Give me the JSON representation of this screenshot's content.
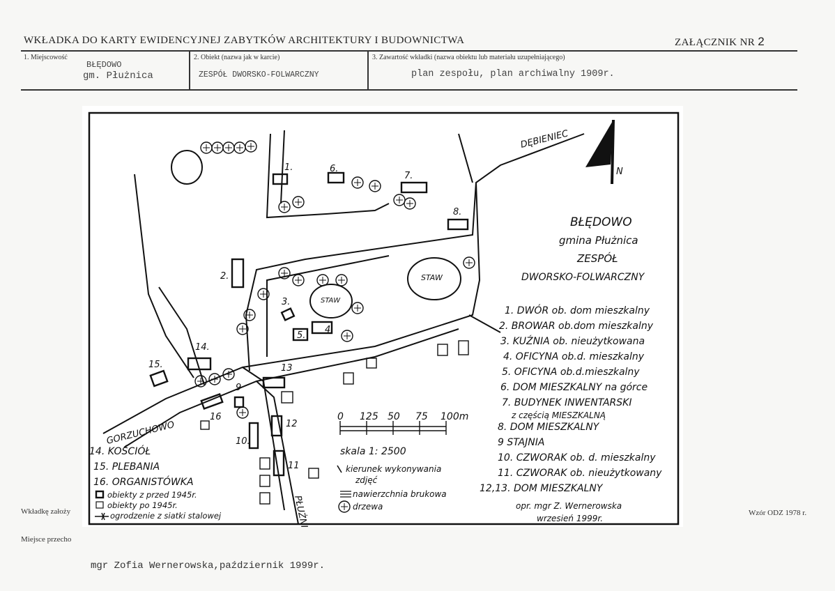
{
  "header": {
    "title": "WKŁADKA DO KARTY EWIDENCYJNEJ ZABYTKÓW ARCHITEKTURY I BUDOWNICTWA",
    "annex_label": "ZAŁĄCZNIK NR",
    "annex_number": "2"
  },
  "fields": {
    "locality_label": "1. Miejscowość",
    "locality_value_1": "BŁĘDOWO",
    "locality_value_2": "gm. Płużnica",
    "object_label": "2. Obiekt (nazwa jak w karcie)",
    "object_value": "ZESPÓŁ DWORSKO-FOLWARCZNY",
    "content_label": "3. Zawartość wkładki (nazwa obiektu lub materiału uzupełniającego)",
    "content_value": "plan zespołu, plan archiwalny 1909r."
  },
  "map": {
    "title": "BŁĘDOWO",
    "subtitle": "gmina Płużnica",
    "heading_1": "ZESPÓŁ",
    "heading_2": "DWORSKO-FOLWARCZNY",
    "direction_top": "DĘBIENIEC",
    "direction_left": "GORZUCHOWO",
    "direction_bottom": "PŁUŻNICA",
    "north": "N",
    "pond_label": "STAW",
    "scale_ticks": [
      "0",
      "125",
      "50",
      "75",
      "100m"
    ],
    "scale_text": "skala 1: 2500",
    "legend_right": [
      "1. DWÓR ob. dom mieszkalny",
      "2. BROWAR ob.dom mieszkalny",
      "3. KUŹNIA ob. nieużytkowana",
      "4. OFICYNA ob.d. mieszkalny",
      "5. OFICYNA ob.d.mieszkalny",
      "6. DOM MIESZKALNY na górce",
      "7. BUDYNEK INWENTARSKI",
      "z częścią MIESZKALNĄ",
      "8. DOM MIESZKALNY",
      "9 STAJNIA",
      "10. CZWORAK ob. d. mieszkalny",
      "11. CZWORAK ob. nieużytkowany",
      "12,13. DOM MIESZKALNY"
    ],
    "legend_left": [
      "14. KOŚCIÓŁ",
      "15. PLEBANIA",
      "16. ORGANISTÓWKA"
    ],
    "key_items": [
      "obiekty z przed 1945r.",
      "obiekty po 1945r.",
      "ogrodzenie z siatki stalowej"
    ],
    "key_mid": [
      "kierunek wykonywania",
      "zdjęć",
      "nawierzchnia brukowa",
      "drzewa"
    ],
    "signature_1": "opr. mgr Z. Wernerowska",
    "signature_2": "wrzesień 1999r.",
    "building_numbers": [
      "1.",
      "2.",
      "3.",
      "4.",
      "5.",
      "6.",
      "7.",
      "8.",
      "9",
      "10.",
      "11",
      "12",
      "13",
      "14.",
      "15.",
      "16"
    ]
  },
  "footer": {
    "left_1": "Wkładkę założy",
    "left_2": "Miejsce przecho",
    "right": "Wzór ODZ 1978 r.",
    "author": "mgr Zofia Wernerowska,październik 1999r."
  }
}
